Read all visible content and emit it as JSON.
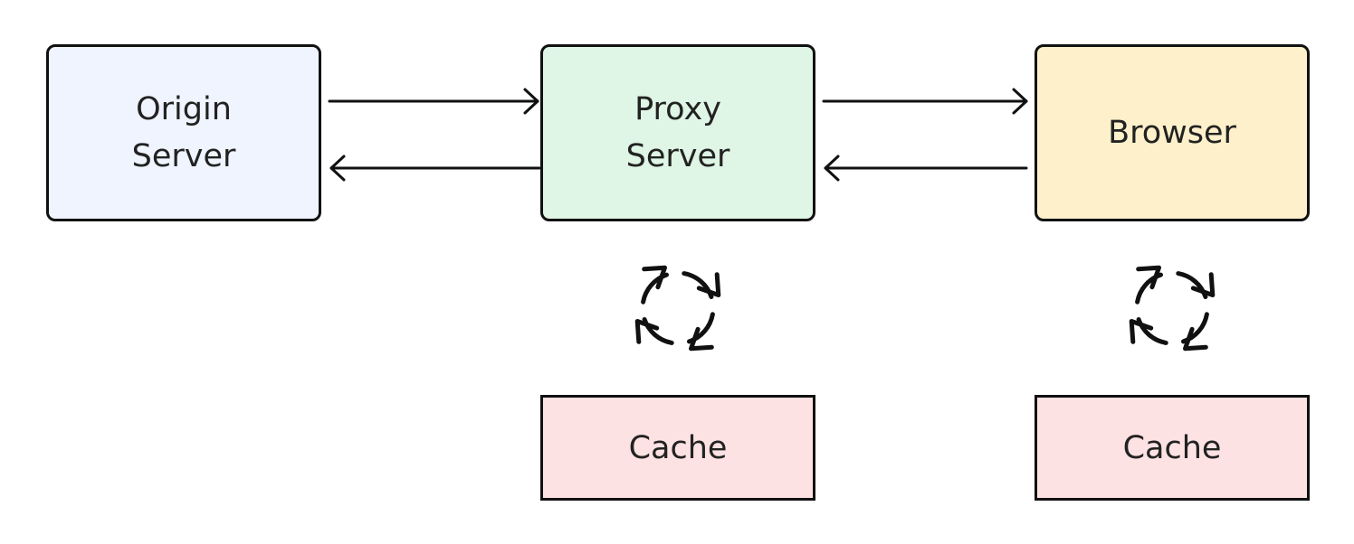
{
  "nodes": {
    "origin": {
      "label": "Origin\nServer",
      "fill": "#EFF4FE"
    },
    "proxy": {
      "label": "Proxy\nServer",
      "fill": "#DFF5E5"
    },
    "browser": {
      "label": "Browser",
      "fill": "#FDF0CB"
    },
    "cache_proxy": {
      "label": "Cache",
      "fill": "#FDE2E3"
    },
    "cache_browser": {
      "label": "Cache",
      "fill": "#FDE2E3"
    }
  },
  "colors": {
    "stroke": "#111111",
    "text": "#222222"
  },
  "icons": {
    "sync": "sync-cycle-icon",
    "arrow": "arrow-icon"
  }
}
